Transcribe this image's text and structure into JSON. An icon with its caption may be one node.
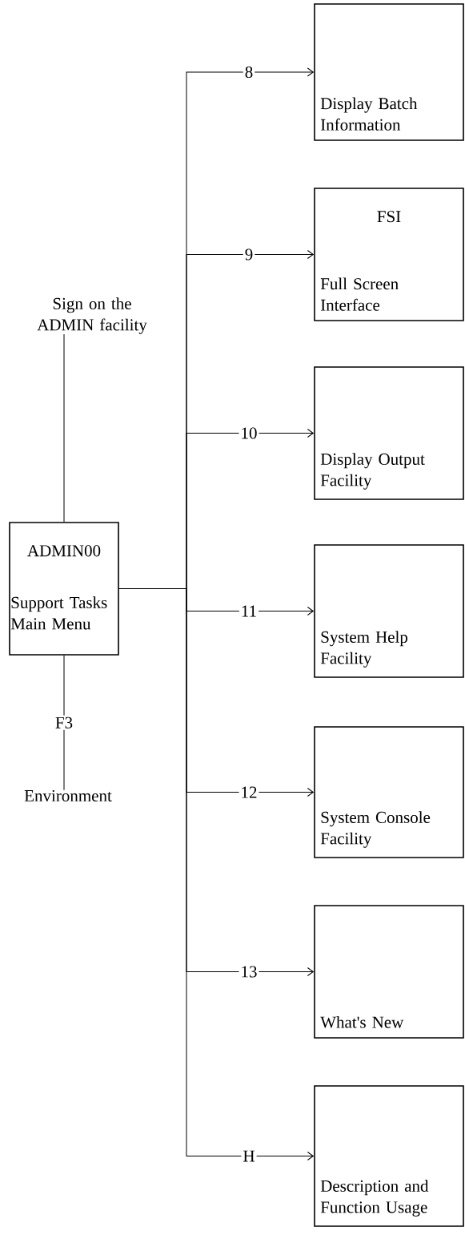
{
  "diagram": {
    "nodes": [
      {
        "text": [
          "Sign on the ADMIN facility"
        ]
      },
      {
        "text": [
          "ADMIN00",
          "Support Tasks Main Menu"
        ]
      },
      {
        "text": [
          "Environment"
        ]
      },
      {
        "text": [
          "Display Batch Information"
        ]
      },
      {
        "text": [
          "FSI",
          "Full Screen Interface"
        ]
      },
      {
        "text": [
          "Display Output Facility"
        ]
      },
      {
        "text": [
          "System Help Facility"
        ]
      },
      {
        "text": [
          "System Console Facility"
        ]
      },
      {
        "text": [
          "What's New"
        ]
      },
      {
        "text": [
          "Description and Function Usage"
        ]
      }
    ],
    "edges": [
      {
        "from": 0,
        "to": 1,
        "arrow": "none"
      },
      {
        "from": 1,
        "to": 2,
        "arrow": "none",
        "label": "F3"
      },
      {
        "from": 1,
        "to": 3,
        "arrow": "to",
        "label": "8"
      },
      {
        "from": 1,
        "to": 4,
        "arrow": "to",
        "label": "9"
      },
      {
        "from": 1,
        "to": 5,
        "arrow": "to",
        "label": "10"
      },
      {
        "from": 1,
        "to": 6,
        "arrow": "to",
        "label": "11"
      },
      {
        "from": 1,
        "to": 7,
        "arrow": "to",
        "label": "12"
      },
      {
        "from": 1,
        "to": 8,
        "arrow": "to",
        "label": "13"
      },
      {
        "from": 1,
        "to": 9,
        "arrow": "to",
        "label": "H"
      }
    ]
  }
}
